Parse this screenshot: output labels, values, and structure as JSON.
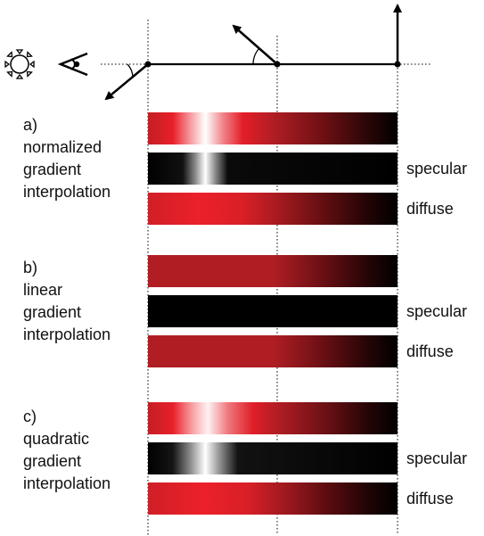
{
  "colors": {
    "red": "#e8202a",
    "dark_red": "#b01e24",
    "black": "#000000",
    "highlight": "#ffffff"
  },
  "icons": {
    "light": "sun-icon",
    "viewer": "eye-icon"
  },
  "sections": [
    {
      "id": "a",
      "letter": "a)",
      "lines": [
        "normalized",
        "gradient",
        "interpolation"
      ],
      "strips": [
        {
          "kind": "combined",
          "label": ""
        },
        {
          "kind": "specular",
          "label": "specular"
        },
        {
          "kind": "diffuse",
          "label": "diffuse"
        }
      ]
    },
    {
      "id": "b",
      "letter": "b)",
      "lines": [
        "linear",
        "gradient",
        "interpolation"
      ],
      "strips": [
        {
          "kind": "combined",
          "label": ""
        },
        {
          "kind": "specular",
          "label": "specular"
        },
        {
          "kind": "diffuse",
          "label": "diffuse"
        }
      ]
    },
    {
      "id": "c",
      "letter": "c)",
      "lines": [
        "quadratic",
        "gradient",
        "interpolation"
      ],
      "strips": [
        {
          "kind": "combined",
          "label": ""
        },
        {
          "kind": "specular",
          "label": "specular"
        },
        {
          "kind": "diffuse",
          "label": "diffuse"
        }
      ]
    }
  ]
}
